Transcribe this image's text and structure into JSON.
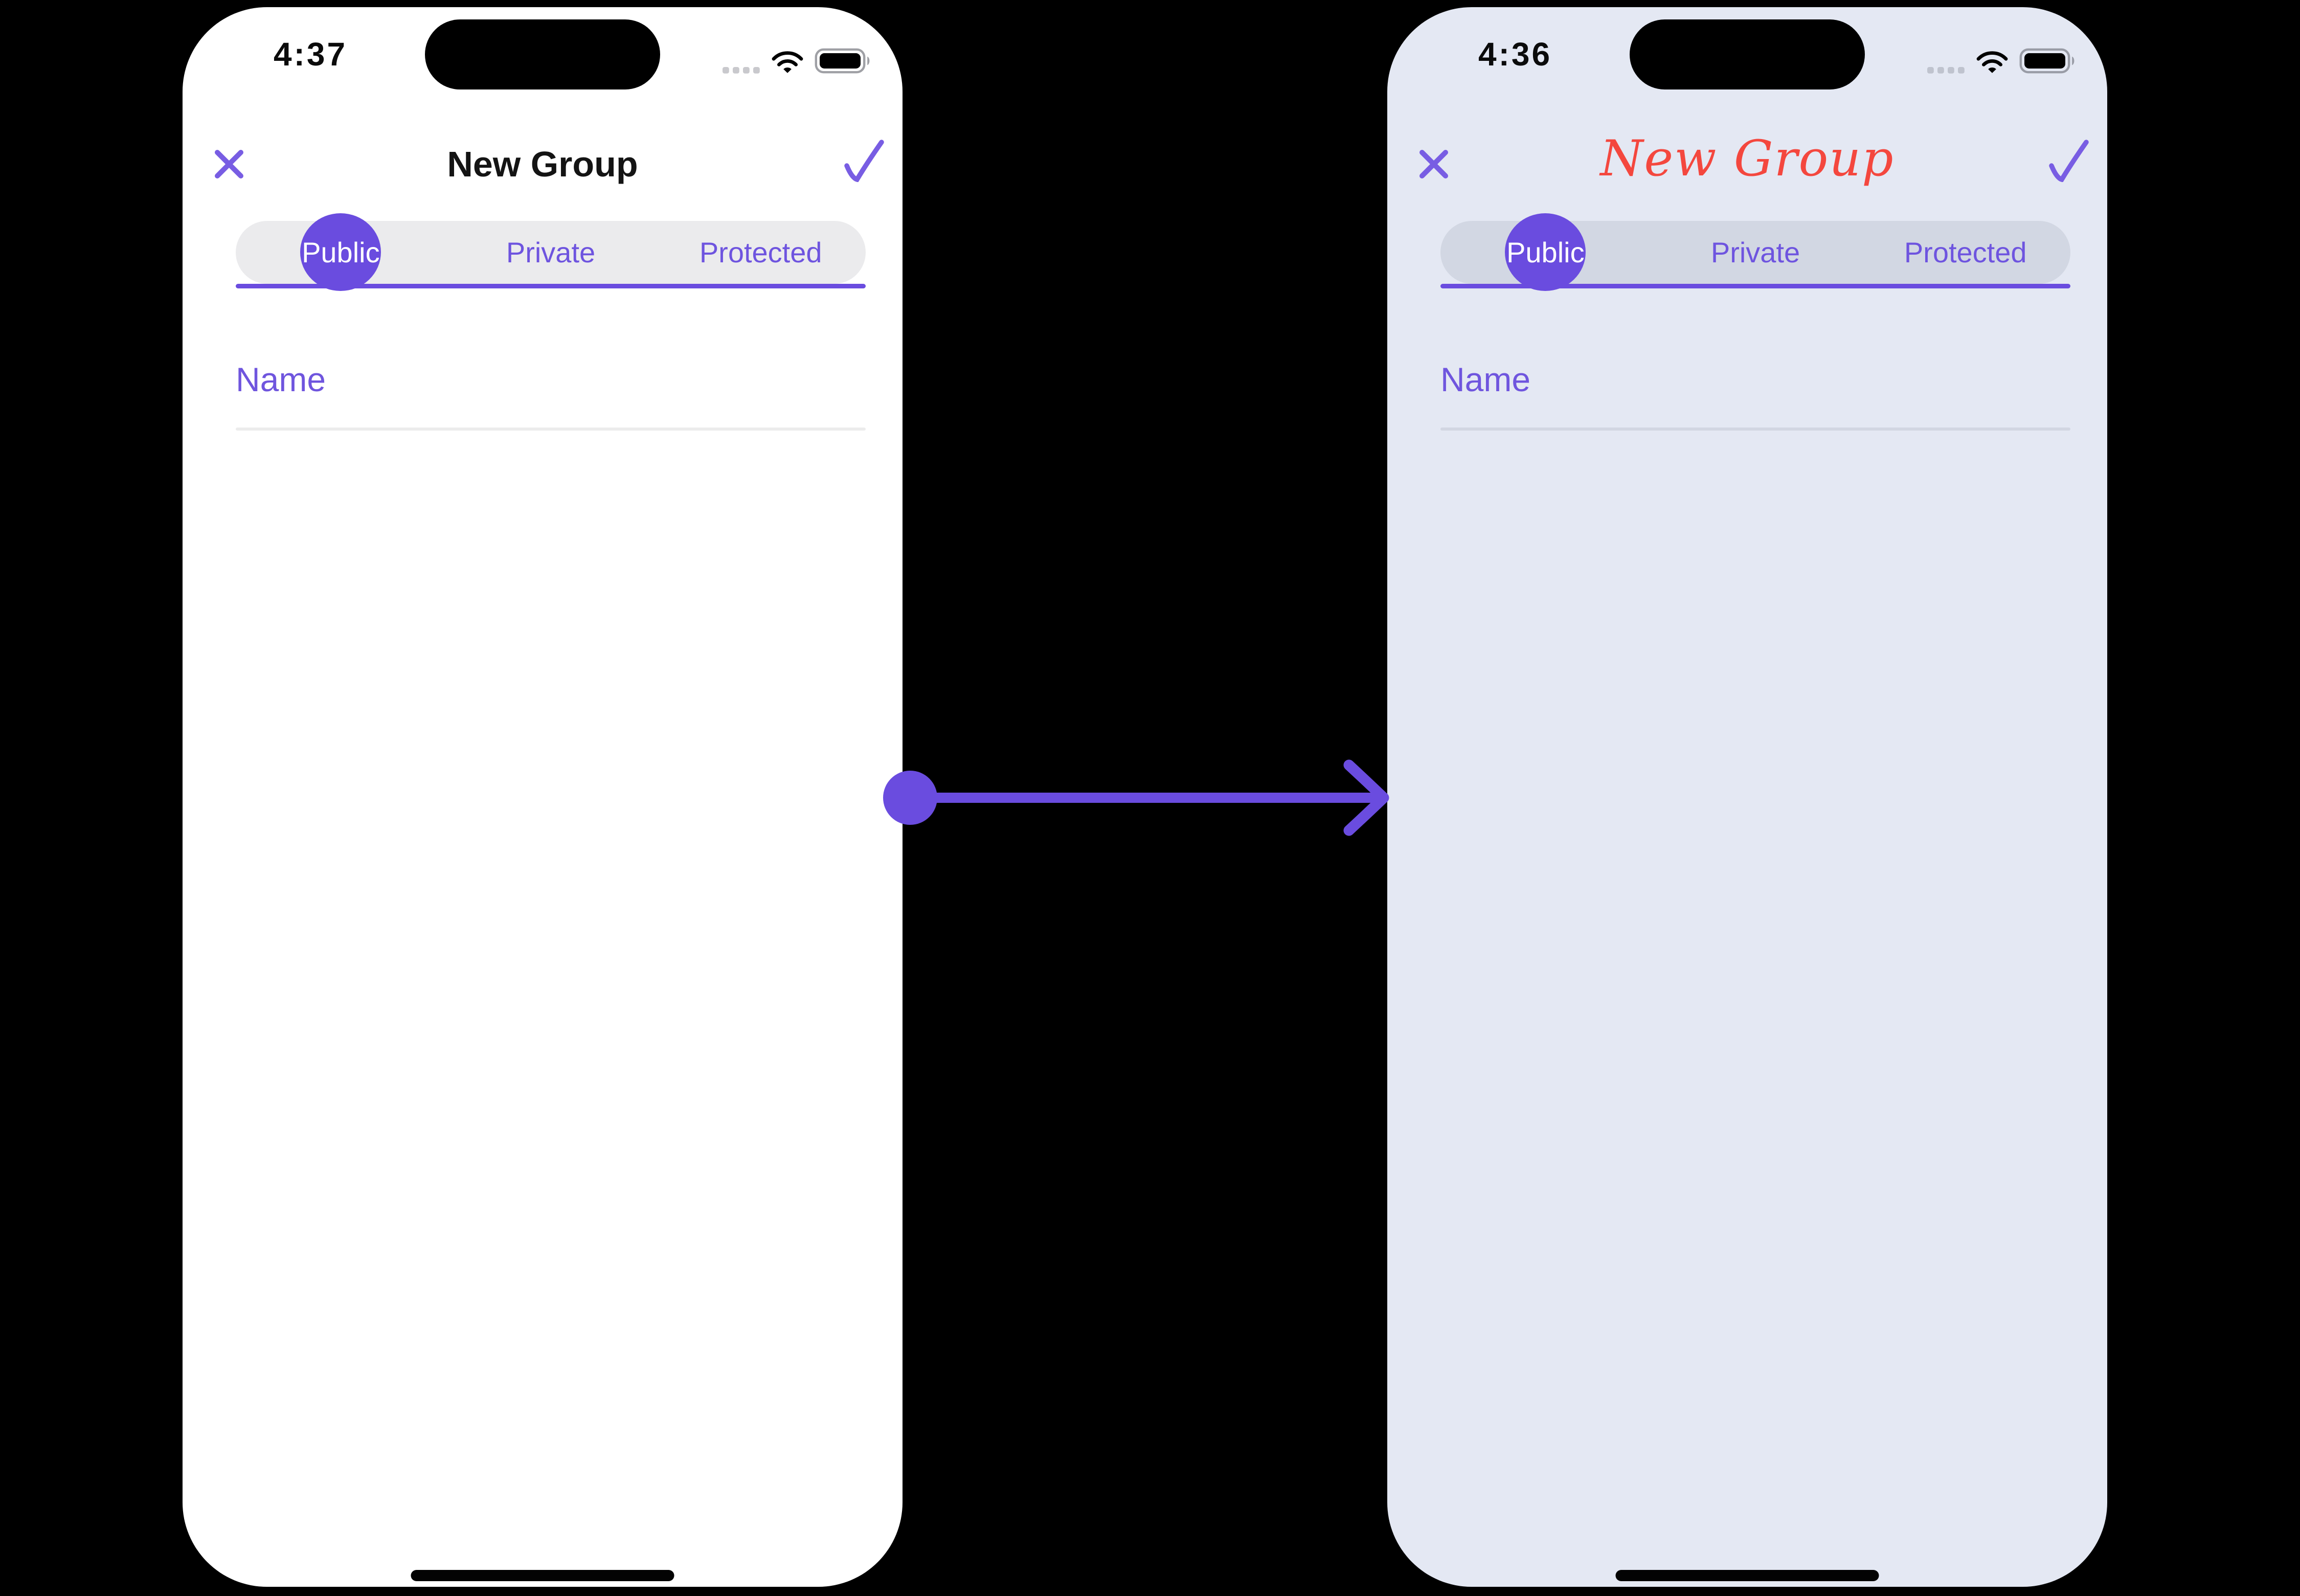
{
  "colors": {
    "canvas_background": "#000000",
    "accent_purple": "#6a4cdf",
    "text_purple": "#6e54df",
    "icon_purple": "#785de3",
    "title_red": "#f4473e",
    "phone_before_background": "#ffffff",
    "phone_after_background": "#e4e8f3",
    "segment_pill_before": "#ebebed",
    "segment_pill_after": "#d2d7e3",
    "field_line_before": "#ececec",
    "field_line_after": "#d2d6e2",
    "selected_tab_text": "#ffffff",
    "title_before_color": "#141414"
  },
  "arrow": {
    "direction": "left-to-right",
    "color": "#6a4cdf",
    "start_shape": "dot",
    "end_shape": "chevron"
  },
  "phones": [
    {
      "variant": "before",
      "status_bar": {
        "time": "4:37",
        "cellular_icon": "cellular-dots-icon",
        "wifi_icon": "wifi-icon",
        "battery_icon": "battery-icon"
      },
      "header": {
        "close_icon": "close-x-icon",
        "title": "New Group",
        "confirm_icon": "checkmark-icon"
      },
      "segmented": {
        "selected_index": 0,
        "tabs": [
          {
            "label": "Public",
            "selected": true
          },
          {
            "label": "Private",
            "selected": false
          },
          {
            "label": "Protected",
            "selected": false
          }
        ]
      },
      "form": {
        "name_placeholder": "Name"
      }
    },
    {
      "variant": "after",
      "status_bar": {
        "time": "4:36",
        "cellular_icon": "cellular-dots-icon",
        "wifi_icon": "wifi-icon",
        "battery_icon": "battery-icon"
      },
      "header": {
        "close_icon": "close-x-icon",
        "title": "New Group",
        "title_style": "red-cursive",
        "confirm_icon": "checkmark-icon"
      },
      "segmented": {
        "selected_index": 0,
        "tabs": [
          {
            "label": "Public",
            "selected": true
          },
          {
            "label": "Private",
            "selected": false
          },
          {
            "label": "Protected",
            "selected": false
          }
        ]
      },
      "form": {
        "name_placeholder": "Name"
      }
    }
  ]
}
